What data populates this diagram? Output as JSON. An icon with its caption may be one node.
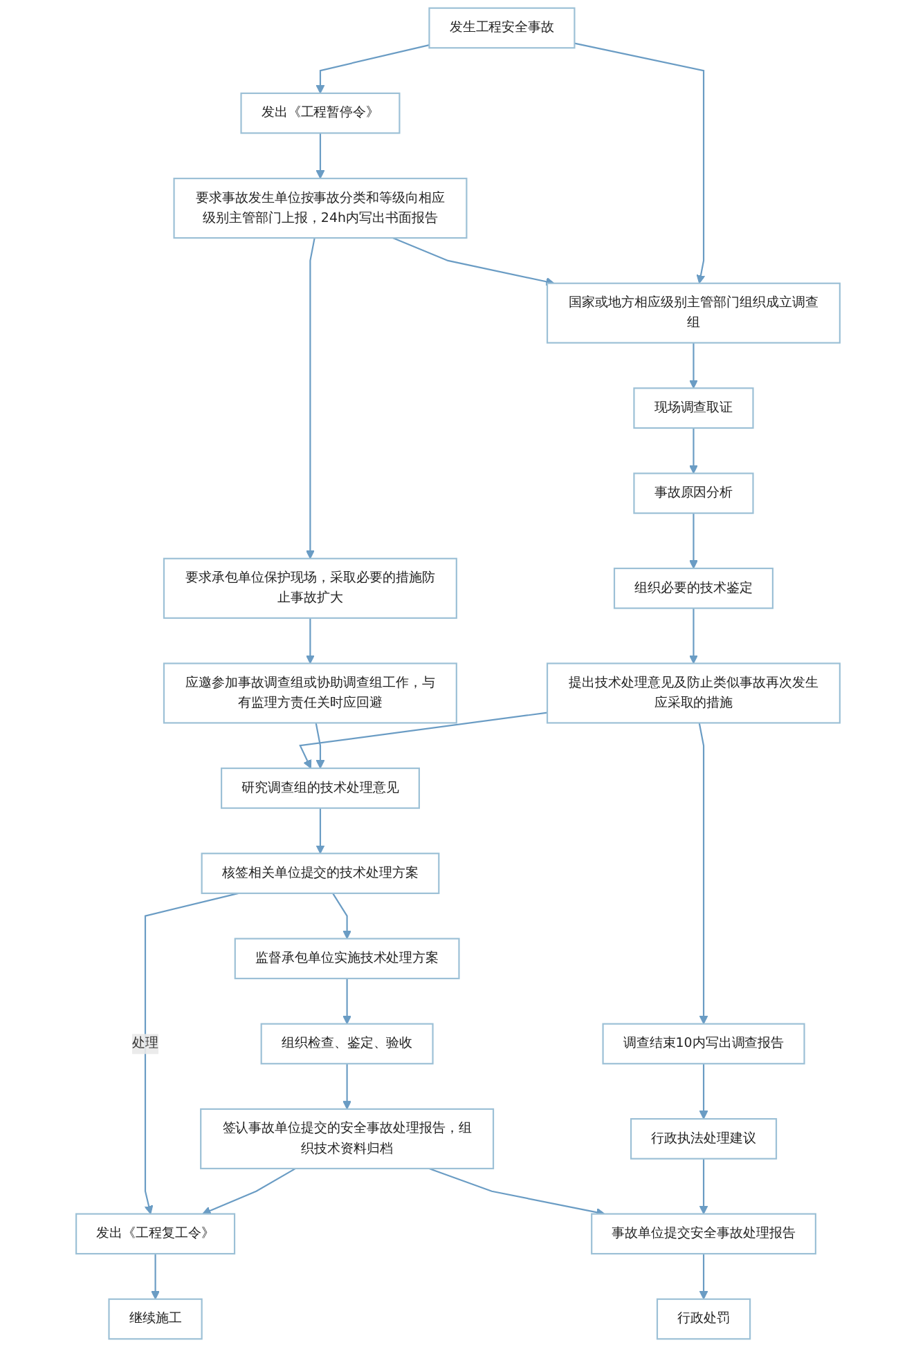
{
  "diagram": {
    "nodes": [
      {
        "text": [
          "发生工程安全事故"
        ]
      },
      {
        "text": [
          "发出《工程暂停令》"
        ]
      },
      {
        "text": [
          "要求事故发生单位按事故分类和等级向相应级别主管部门上报，24h内写出书面报告"
        ]
      },
      {
        "text": [
          "要求承包单位保护现场，采取必要的措施防止事故扩大"
        ]
      },
      {
        "text": [
          "应邀参加事故调查组或协助调查组工作，与有监理方责任关时应回避"
        ]
      },
      {
        "text": [
          "研究调查组的技术处理意见"
        ]
      },
      {
        "text": [
          "核签相关单位提交的技术处理方案"
        ]
      },
      {
        "text": [
          "监督承包单位实施技术处理方案"
        ]
      },
      {
        "text": [
          "组织检查、鉴定、验收"
        ]
      },
      {
        "text": [
          "签认事故单位提交的安全事故处理报告，组织技术资料归档"
        ]
      },
      {
        "text": [
          "发出《工程复工令》"
        ]
      },
      {
        "text": [
          "继续施工"
        ]
      },
      {
        "text": [
          "国家或地方相应级别主管部门组织成立调查组"
        ]
      },
      {
        "text": [
          "现场调查取证"
        ]
      },
      {
        "text": [
          "事故原因分析"
        ]
      },
      {
        "text": [
          "组织必要的技术鉴定"
        ]
      },
      {
        "text": [
          "提出技术处理意见及防止类似事故再次发生应采取的措施"
        ]
      },
      {
        "text": [
          "调查结束10内写出调查报告"
        ]
      },
      {
        "text": [
          "行政执法处理建议"
        ]
      },
      {
        "text": [
          "事故单位提交安全事故处理报告"
        ]
      },
      {
        "text": [
          "行政处罚"
        ]
      }
    ],
    "edges": [
      {
        "from": 0,
        "to": 1,
        "arrow": "to"
      },
      {
        "from": 0,
        "to": 12,
        "arrow": "to"
      },
      {
        "from": 1,
        "to": 2,
        "arrow": "to"
      },
      {
        "from": 2,
        "to": 12,
        "arrow": "to"
      },
      {
        "from": 2,
        "to": 3,
        "arrow": "to"
      },
      {
        "from": 3,
        "to": 4,
        "arrow": "to"
      },
      {
        "from": 4,
        "to": 5,
        "arrow": "to"
      },
      {
        "from": 16,
        "to": 5,
        "arrow": "to"
      },
      {
        "from": 5,
        "to": 6,
        "arrow": "to"
      },
      {
        "from": 6,
        "to": 7,
        "arrow": "to"
      },
      {
        "from": 7,
        "to": 8,
        "arrow": "to"
      },
      {
        "from": 8,
        "to": 9,
        "arrow": "to"
      },
      {
        "from": 9,
        "to": 10,
        "arrow": "to"
      },
      {
        "from": 6,
        "to": 10,
        "label": "处理",
        "arrow": "to"
      },
      {
        "from": 10,
        "to": 11,
        "arrow": "to"
      },
      {
        "from": 12,
        "to": 13,
        "arrow": "to"
      },
      {
        "from": 13,
        "to": 14,
        "arrow": "to"
      },
      {
        "from": 14,
        "to": 15,
        "arrow": "to"
      },
      {
        "from": 15,
        "to": 16,
        "arrow": "to"
      },
      {
        "from": 16,
        "to": 17,
        "arrow": "to"
      },
      {
        "from": 17,
        "to": 18,
        "arrow": "to"
      },
      {
        "from": 18,
        "to": 19,
        "arrow": "to"
      },
      {
        "from": 9,
        "to": 19,
        "arrow": "to"
      },
      {
        "from": 19,
        "to": 20,
        "arrow": "to"
      }
    ]
  }
}
